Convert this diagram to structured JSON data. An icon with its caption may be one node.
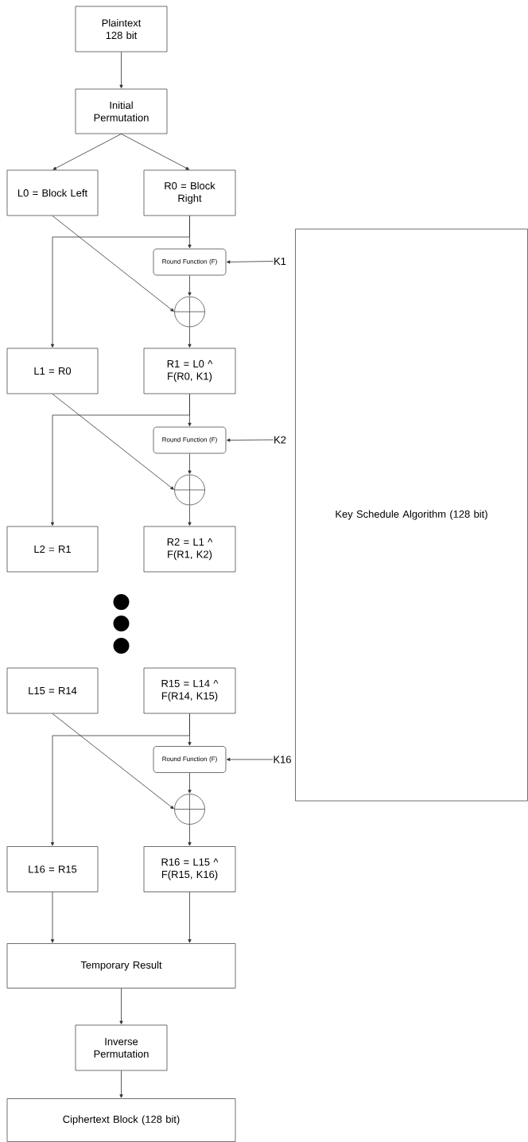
{
  "diagram": {
    "nodes": [
      {
        "text": [
          "Plaintext 128 bit"
        ]
      },
      {
        "text": [
          "Initial Permutation"
        ]
      },
      {
        "text": [
          "L0 = Block Left"
        ]
      },
      {
        "text": [
          "R0 = Block Right"
        ]
      },
      {
        "text": [
          "Round Function (F)"
        ]
      },
      {
        "text": [],
        "shape": "circle"
      },
      {
        "text": [
          "L1 = R0"
        ]
      },
      {
        "text": [
          "R1 = L0 ^ F(R0, K1)"
        ]
      },
      {
        "text": [
          "Round Function (F)"
        ]
      },
      {
        "text": [],
        "shape": "circle"
      },
      {
        "text": [
          "L2 = R1"
        ]
      },
      {
        "text": [
          "R2 = L1 ^ F(R1, K2)"
        ]
      },
      {
        "text": [],
        "shape": "dot"
      },
      {
        "text": [],
        "shape": "dot"
      },
      {
        "text": [],
        "shape": "dot"
      },
      {
        "text": [
          "L15 = R14"
        ]
      },
      {
        "text": [
          "R15 = L14 ^ F(R14, K15)"
        ]
      },
      {
        "text": [
          "Round Function (F)"
        ]
      },
      {
        "text": [],
        "shape": "circle"
      },
      {
        "text": [
          "L16 = R15"
        ]
      },
      {
        "text": [
          "R16 = L15 ^ F(R15, K16)"
        ]
      },
      {
        "text": [
          "Temporary Result"
        ]
      },
      {
        "text": [
          "Inverse Permutation"
        ]
      },
      {
        "text": [
          "Ciphertext Block (128 bit)"
        ]
      },
      {
        "text": [
          "Key Schedule Algorithm (128 bit)"
        ]
      },
      {
        "text": [
          "K1"
        ]
      },
      {
        "text": [
          "K2"
        ]
      },
      {
        "text": [
          "K16"
        ]
      }
    ],
    "edges": [
      {
        "from": 0,
        "to": 1,
        "arrow": "to"
      },
      {
        "from": 1,
        "to": 2,
        "arrow": "to"
      },
      {
        "from": 1,
        "to": 3,
        "arrow": "to"
      },
      {
        "from": 3,
        "to": 4,
        "arrow": "to"
      },
      {
        "from": 3,
        "to": 6,
        "arrow": "to"
      },
      {
        "from": 4,
        "to": 5,
        "arrow": "to"
      },
      {
        "from": 2,
        "to": 5,
        "arrow": "to"
      },
      {
        "from": 25,
        "to": 4,
        "arrow": "to"
      },
      {
        "from": 5,
        "to": 7,
        "arrow": "to"
      },
      {
        "from": 7,
        "to": 8,
        "arrow": "to"
      },
      {
        "from": 7,
        "to": 10,
        "arrow": "to"
      },
      {
        "from": 8,
        "to": 9,
        "arrow": "to"
      },
      {
        "from": 6,
        "to": 9,
        "arrow": "to"
      },
      {
        "from": 26,
        "to": 8,
        "arrow": "to"
      },
      {
        "from": 9,
        "to": 11,
        "arrow": "to"
      },
      {
        "from": 16,
        "to": 17,
        "arrow": "to"
      },
      {
        "from": 16,
        "to": 19,
        "arrow": "to"
      },
      {
        "from": 17,
        "to": 18,
        "arrow": "to"
      },
      {
        "from": 15,
        "to": 18,
        "arrow": "to"
      },
      {
        "from": 27,
        "to": 17,
        "arrow": "to"
      },
      {
        "from": 18,
        "to": 20,
        "arrow": "to"
      },
      {
        "from": 19,
        "to": 21,
        "arrow": "to"
      },
      {
        "from": 20,
        "to": 21,
        "arrow": "to"
      },
      {
        "from": 21,
        "to": 22,
        "arrow": "to"
      },
      {
        "from": 22,
        "to": 23,
        "arrow": "to"
      }
    ]
  }
}
